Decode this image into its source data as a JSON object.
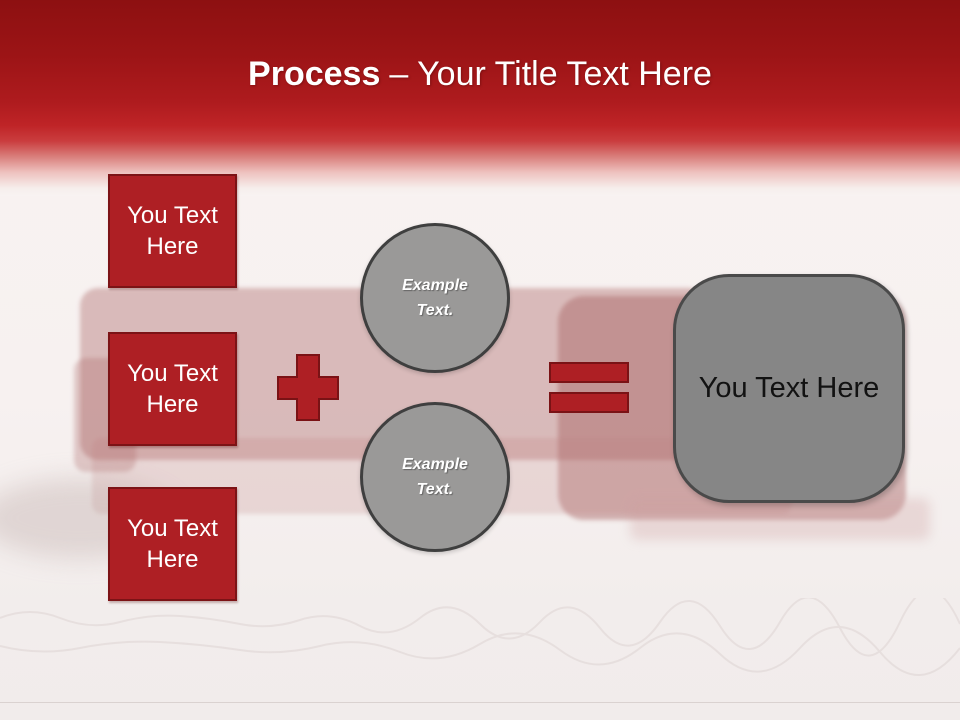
{
  "header": {
    "title_bold": "Process",
    "title_rest": "– Your Title Text Here"
  },
  "inputs": [
    {
      "label": "You Text Here"
    },
    {
      "label": "You Text Here"
    },
    {
      "label": "You Text Here"
    }
  ],
  "operators": {
    "plus": "plus-sign",
    "equals": "equals-sign"
  },
  "circles": [
    {
      "label": "Example Text."
    },
    {
      "label": "Example Text."
    }
  ],
  "result": {
    "label": "You Text Here"
  },
  "colors": {
    "header_red_dark": "#8d1011",
    "header_red": "#bf2427",
    "shape_red_fill": "#ae1f24",
    "shape_red_border": "#7c1316",
    "circle_gray_fill": "#9a9998",
    "circle_gray_border": "#3f3f3f",
    "result_gray_fill": "#868686",
    "result_gray_border": "#4a4a4a",
    "background": "#f8f3f2"
  }
}
